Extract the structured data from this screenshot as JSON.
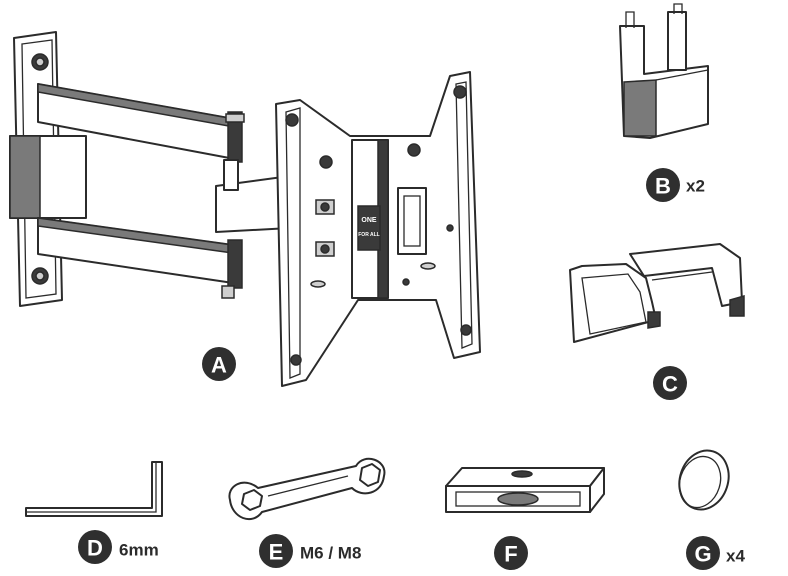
{
  "parts": [
    {
      "id": "A",
      "label": "A",
      "note": ""
    },
    {
      "id": "B",
      "label": "B",
      "note": "x2"
    },
    {
      "id": "C",
      "label": "C",
      "note": ""
    },
    {
      "id": "D",
      "label": "D",
      "note": "6mm"
    },
    {
      "id": "E",
      "label": "E",
      "note": "M6 / M8"
    },
    {
      "id": "F",
      "label": "F",
      "note": ""
    },
    {
      "id": "G",
      "label": "G",
      "note": "x4"
    }
  ],
  "logo": {
    "line1": "ONE",
    "line2": "FOR ALL"
  },
  "colors": {
    "line": "#2b2b2b",
    "badge": "#2f2f2f",
    "background": "#ffffff"
  }
}
